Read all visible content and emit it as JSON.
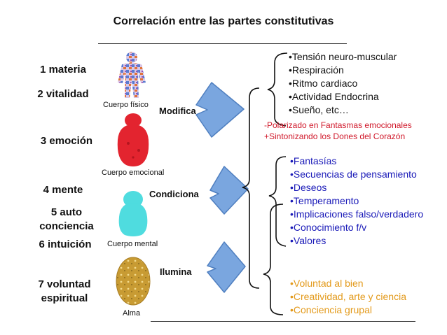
{
  "title": "Correlación entre las partes constitutivas",
  "levels": [
    {
      "label": "1 materia"
    },
    {
      "label": "2 vitalidad"
    },
    {
      "label": "3 emoción"
    },
    {
      "label": "4 mente"
    },
    {
      "label": "5 auto conciencia"
    },
    {
      "label": "6 intuición"
    },
    {
      "label": "7 voluntad espiritual"
    }
  ],
  "bodies": [
    {
      "label": "Cuerpo físico"
    },
    {
      "label": "Cuerpo emocional"
    },
    {
      "label": "Cuerpo mental"
    },
    {
      "label": "Alma"
    }
  ],
  "verbs": [
    "Modifica",
    "Condiciona",
    "Ilumina"
  ],
  "physical_effects": [
    "•Tensión neuro-muscular",
    "•Respiración",
    "•Ritmo cardiaco",
    "•Actividad Endocrina",
    "•Sueño, etc…"
  ],
  "emotional_notes": [
    "-Polarizado en Fantasmas emocionales",
    "+Sintonizando los  Dones del Corazón"
  ],
  "mental_effects": [
    "•Fantasías",
    "•Secuencias de pensamiento",
    "•Deseos",
    "•Temperamento",
    "•Implicaciones falso/verdadero",
    "•Conocimiento f/v",
    "•Valores"
  ],
  "soul_effects": [
    "•Voluntad al bien",
    "•Creatividad, arte y ciencia",
    "•Conciencia grupal"
  ],
  "colors": {
    "arrow_fill": "#7aa6df",
    "arrow_stroke": "#4f7fc0",
    "emotional_body": "#e3242f",
    "mental_body": "#4fdcdf",
    "soul": "#c89b33",
    "list_blue": "#1a1ab8",
    "list_orange": "#e39a1b",
    "note_red": "#d0182a"
  }
}
